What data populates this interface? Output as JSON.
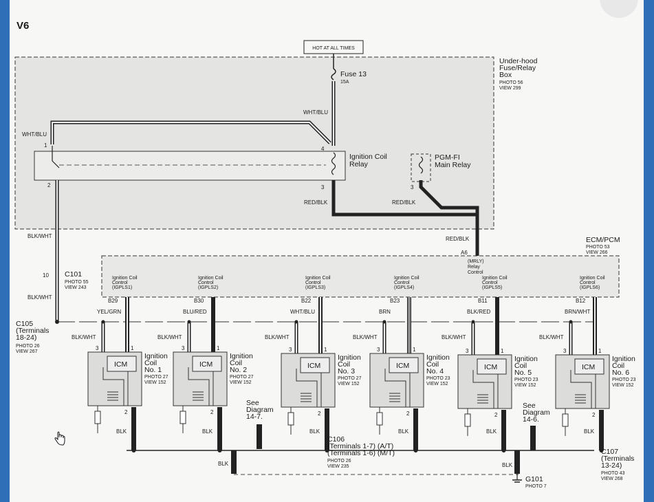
{
  "title": "V6",
  "hot_label": "HOT AT ALL TIMES",
  "fuse_box": {
    "name": "Under-hood\nFuse/Relay\nBox",
    "ref": "PHOTO 56\nVIEW 299"
  },
  "fuse": {
    "name": "Fuse 13",
    "rating": "15A"
  },
  "ign_relay": {
    "name": "Ignition Coil\nRelay",
    "pin1": "1",
    "pin2": "2",
    "pin3": "3",
    "pin4": "4"
  },
  "pgm_relay": {
    "name": "PGM-FI\nMain Relay",
    "pin": "3"
  },
  "wires": {
    "wht_blu": "WHT/BLU",
    "red_blk": "RED/BLK",
    "blk_wht": "BLK/WHT",
    "blk": "BLK",
    "yel_grn": "YEL/GRN",
    "blu_red": "BLU/RED",
    "brn": "BRN",
    "blk_red": "BLK/RED",
    "brn_wht": "BRN/WHT"
  },
  "c101": {
    "pin": "10",
    "name": "C101",
    "ref": "PHOTO 55\nVIEW 243"
  },
  "c105": {
    "name": "C105\n(Terminals\n18-24)",
    "ref": "PHOTO 26\nVIEW 267"
  },
  "ecm": {
    "name": "ECM/PCM",
    "ref": "PHOTO 53\nVIEW 266",
    "a6_pin": "A6",
    "a6_label": "(MRLY)\nRelay\nControl"
  },
  "ecm_pins": [
    {
      "pin": "B29",
      "label": "Ignition Coil\nControl\n(IGPLS1)"
    },
    {
      "pin": "B30",
      "label": "Ignition Coil\nControl\n(IGPLS2)"
    },
    {
      "pin": "B22",
      "label": "Ignition Coil\nControl\n(IGPLS3)"
    },
    {
      "pin": "B23",
      "label": "Ignition Coil\nControl\n(IGPLS4)"
    },
    {
      "pin": "B11",
      "label": "Ignition Coil\nControl\n(IGPLS5)"
    },
    {
      "pin": "B12",
      "label": "Ignition Coil\nControl\n(IGPLS6)"
    }
  ],
  "coils": [
    {
      "name": "Ignition\nCoil\nNo. 1",
      "ref": "PHOTO 27\nVIEW 152",
      "icm": "ICM"
    },
    {
      "name": "Ignition\nCoil\nNo. 2",
      "ref": "PHOTO 27\nVIEW 152",
      "icm": "ICM"
    },
    {
      "name": "Ignition\nCoil\nNo. 3",
      "ref": "PHOTO 27\nVIEW 152",
      "icm": "ICM"
    },
    {
      "name": "Ignition\nCoil\nNo. 4",
      "ref": "PHOTO 23\nVIEW 152",
      "icm": "ICM"
    },
    {
      "name": "Ignition\nCoil\nNo. 5",
      "ref": "PHOTO 23\nVIEW 152",
      "icm": "ICM"
    },
    {
      "name": "Ignition\nCoil\nNo. 6",
      "ref": "PHOTO 23\nVIEW 152",
      "icm": "ICM"
    }
  ],
  "see_diagram_1": "See\nDiagram\n14-7.",
  "see_diagram_2": "See\nDiagram\n14-6.",
  "c106": {
    "name": "C106\n(Terminals 1-7) (A/T)\n(Terminals 1-6) (M/T)",
    "ref": "PHOTO 26\nVIEW 235"
  },
  "c107": {
    "name": "C107\n(Terminals\n13-24)",
    "ref": "PHOTO 43\nVIEW 268"
  },
  "g101": {
    "name": "G101",
    "ref": "PHOTO 7"
  },
  "pins": {
    "p1": "1",
    "p2": "2",
    "p3": "3"
  },
  "icons": {
    "close": "close-icon",
    "cursor": "hand-cursor-icon"
  }
}
